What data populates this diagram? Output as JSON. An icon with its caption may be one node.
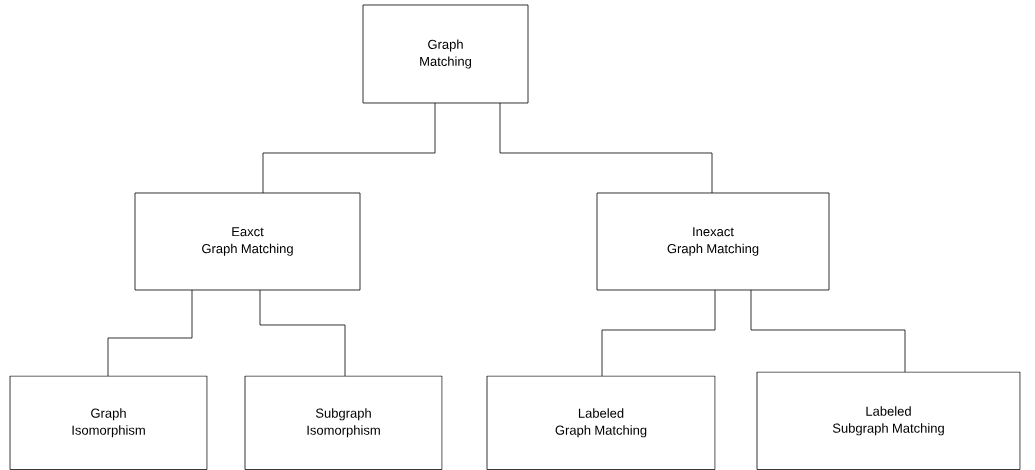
{
  "diagram": {
    "nodes": [
      {
        "text": [
          "Graph Matching"
        ]
      },
      {
        "text": [
          "Eaxct Graph Matching"
        ]
      },
      {
        "text": [
          "Inexact Graph Matching"
        ]
      },
      {
        "text": [
          "Graph Isomorphism"
        ]
      },
      {
        "text": [
          "Subgraph Isomorphism"
        ]
      },
      {
        "text": [
          "Labeled Graph Matching"
        ]
      },
      {
        "text": [
          "Labeled Subgraph Matching"
        ]
      }
    ],
    "edges": [
      {
        "from": 0,
        "to": 1,
        "arrow": "none"
      },
      {
        "from": 0,
        "to": 2,
        "arrow": "none"
      },
      {
        "from": 1,
        "to": 3,
        "arrow": "none"
      },
      {
        "from": 1,
        "to": 4,
        "arrow": "none"
      },
      {
        "from": 2,
        "to": 5,
        "arrow": "none"
      },
      {
        "from": 2,
        "to": 6,
        "arrow": "none"
      }
    ]
  }
}
